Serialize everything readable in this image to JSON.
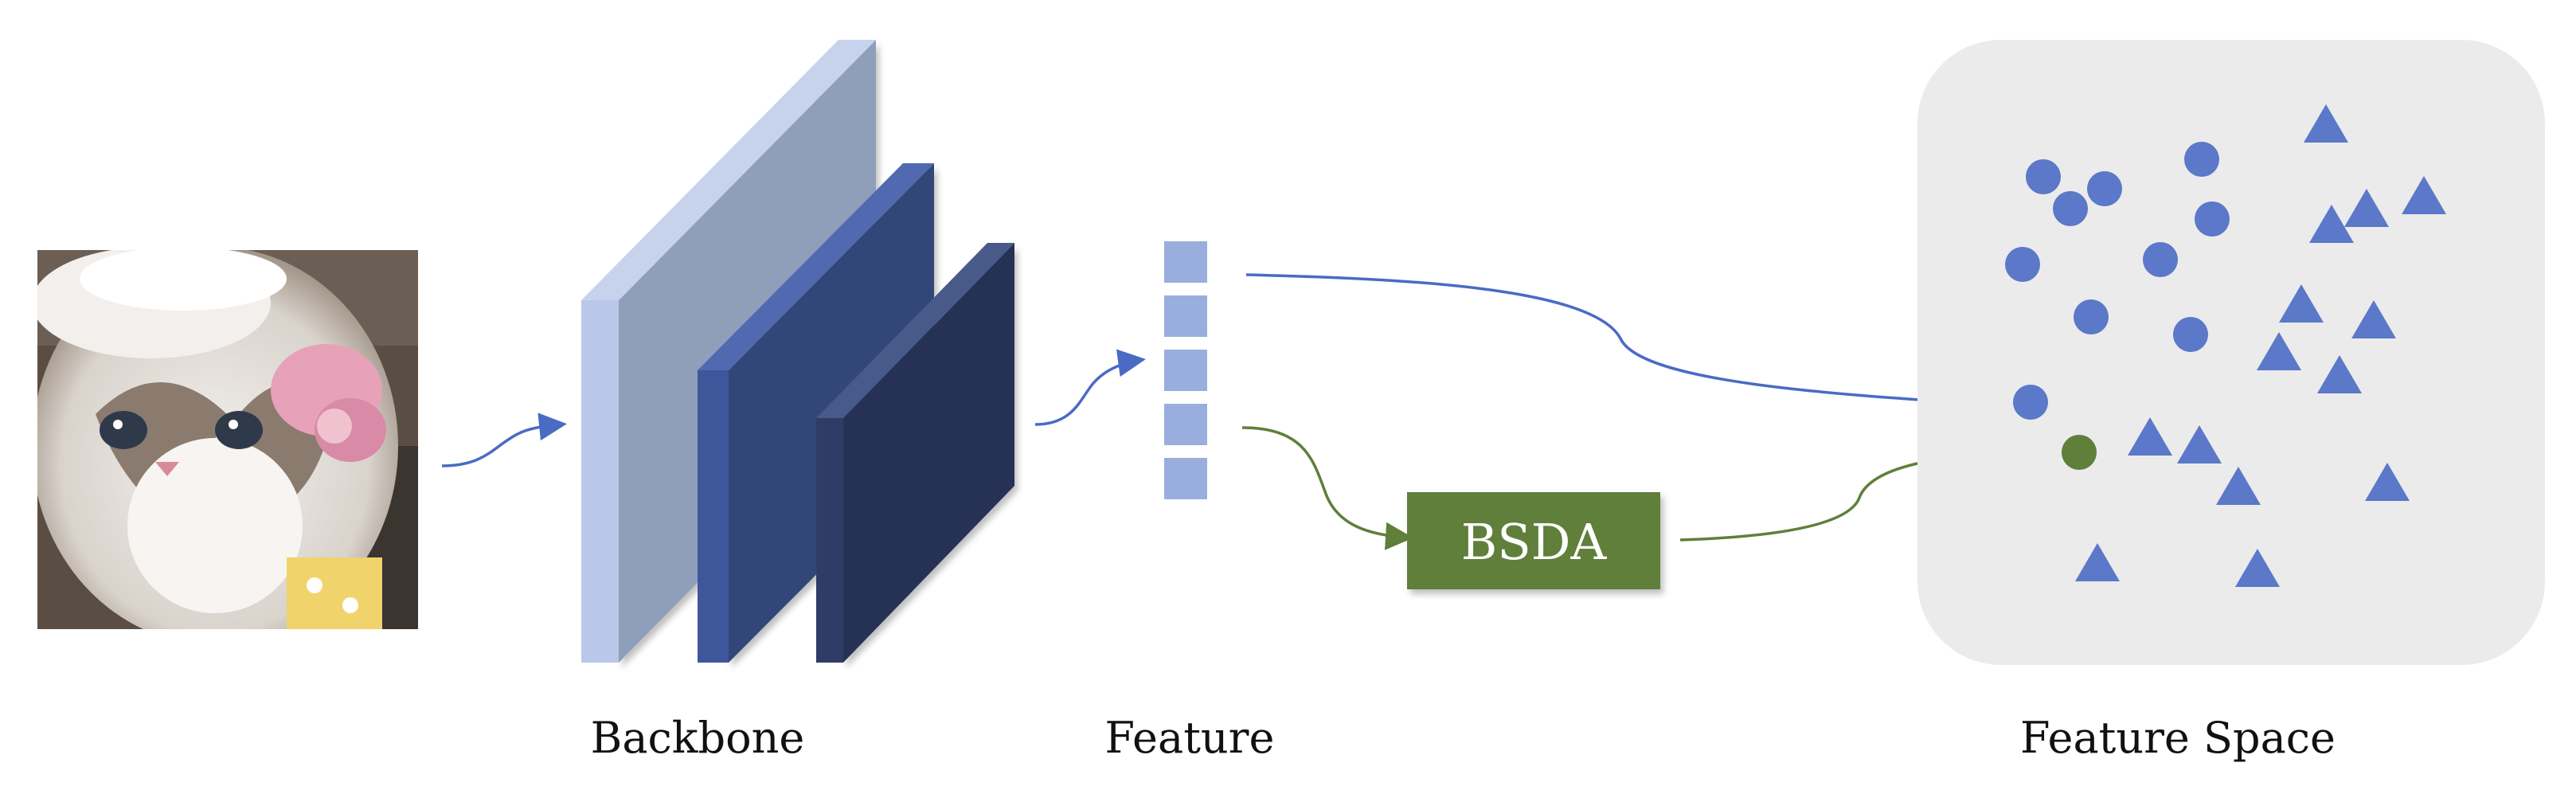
{
  "labels": {
    "backbone": "Backbone",
    "feature": "Feature",
    "feature_space": "Feature Space",
    "module": "BSDA"
  },
  "colors": {
    "blue_arrow": "#4a6bc4",
    "green_arrow": "#5f7f3a",
    "module_fill": "#5f7f3a",
    "module_text": "#ffffff",
    "feature_cells": "#9aaedd",
    "panel_fill": "#ebebeb",
    "point_blue": "#5b78c9",
    "point_green": "#5f7f3a",
    "layer_1_front": "#b9c8e8",
    "layer_1_face": "#8f9fba",
    "layer_2_front": "#3e569a",
    "layer_2_face": "#334677",
    "layer_3_front": "#2f3c66",
    "layer_3_face": "#273255"
  },
  "icons": {
    "input_image": "cat-photo-icon"
  },
  "feature_cells": 5,
  "points": {
    "circles_blue": 10,
    "circles_green": 1,
    "triangles_blue": 14
  }
}
